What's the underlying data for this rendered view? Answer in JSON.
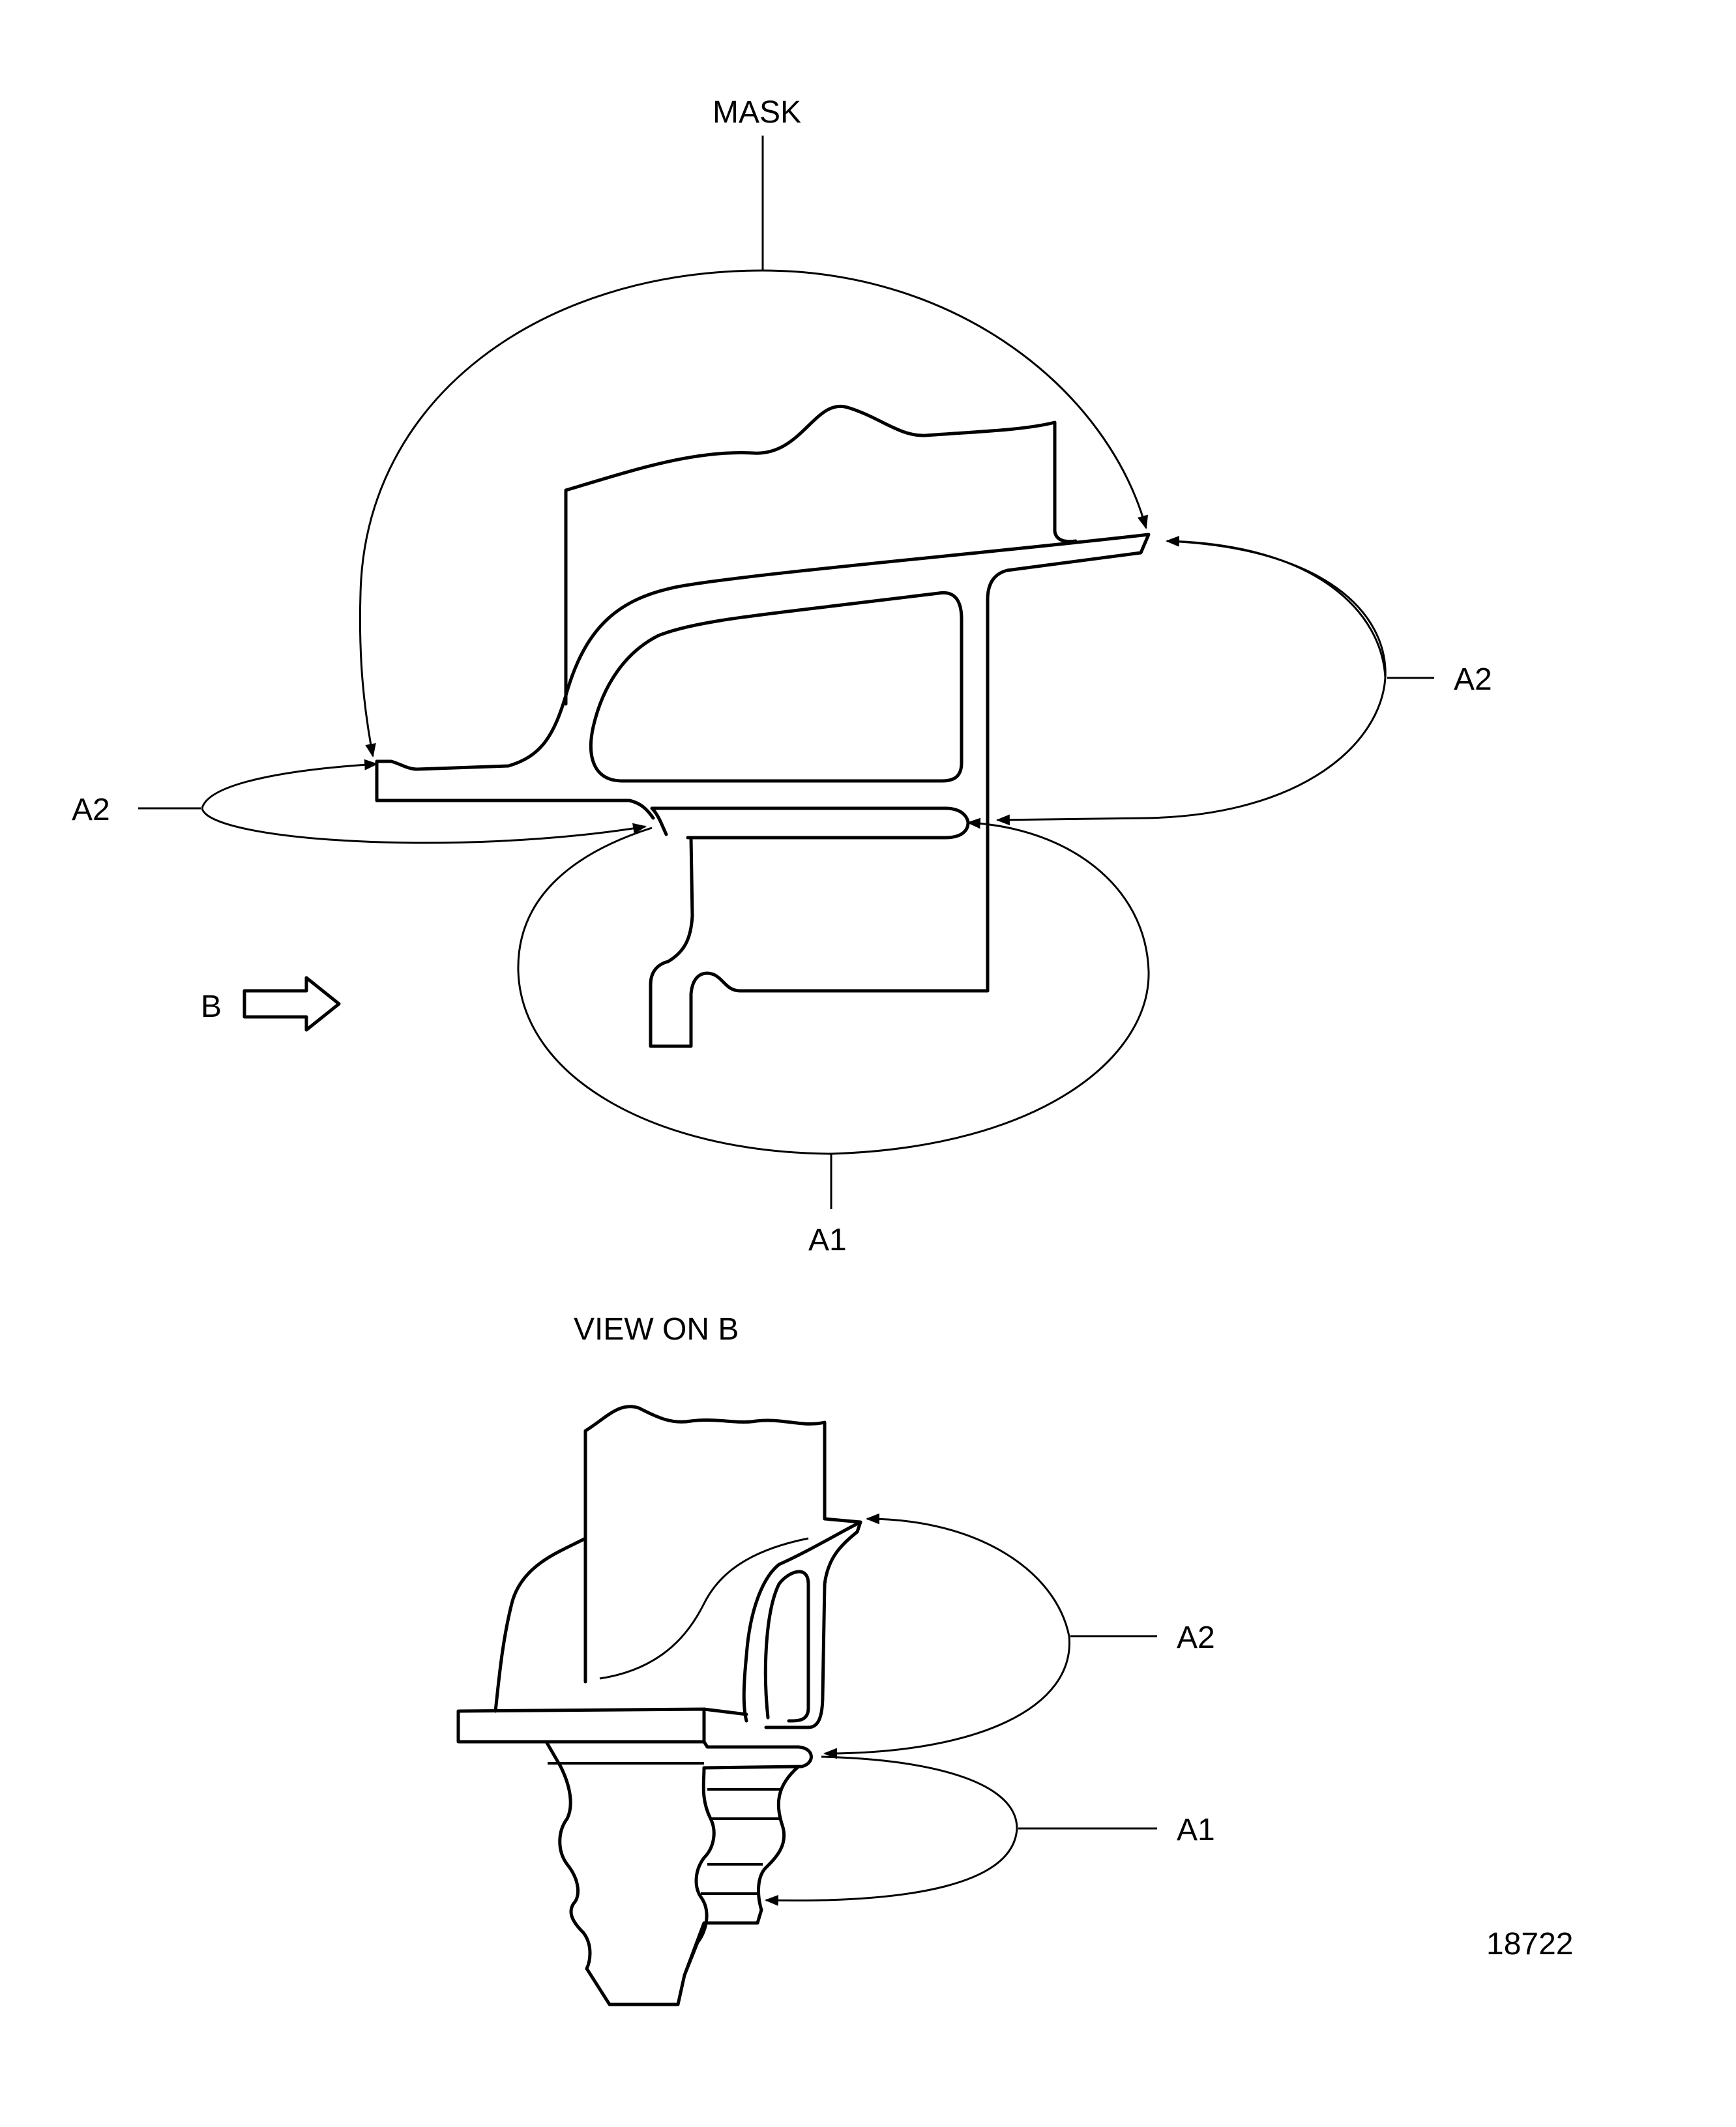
{
  "labels": {
    "mask": "MASK",
    "a2_right_top": "A2",
    "a2_left": "A2",
    "a1_top": "A1",
    "b_arrow": "B",
    "view_title": "VIEW ON B",
    "a2_view": "A2",
    "a1_view": "A1",
    "figure_number": "18722"
  }
}
